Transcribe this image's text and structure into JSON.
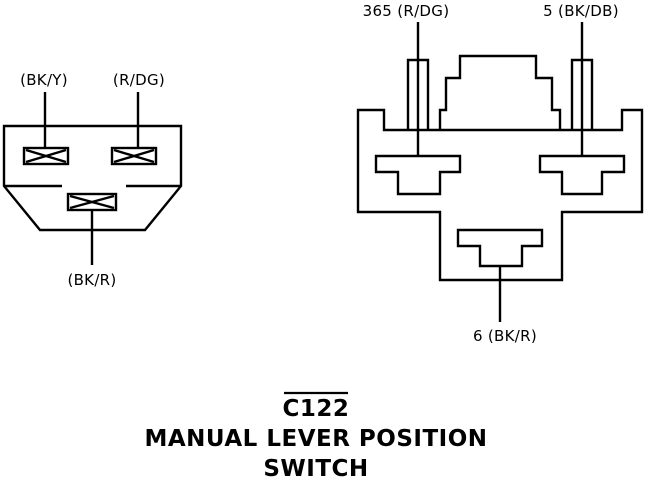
{
  "left_connector": {
    "pin_top_left": "(BK/Y)",
    "pin_top_right": "(R/DG)",
    "pin_bottom": "(BK/R)"
  },
  "right_connector": {
    "pin_top_left": "365 (R/DG)",
    "pin_top_right": "5 (BK/DB)",
    "pin_bottom": "6 (BK/R)"
  },
  "caption": {
    "connector_id": "C122",
    "line1": "MANUAL LEVER POSITION",
    "line2": "SWITCH"
  }
}
